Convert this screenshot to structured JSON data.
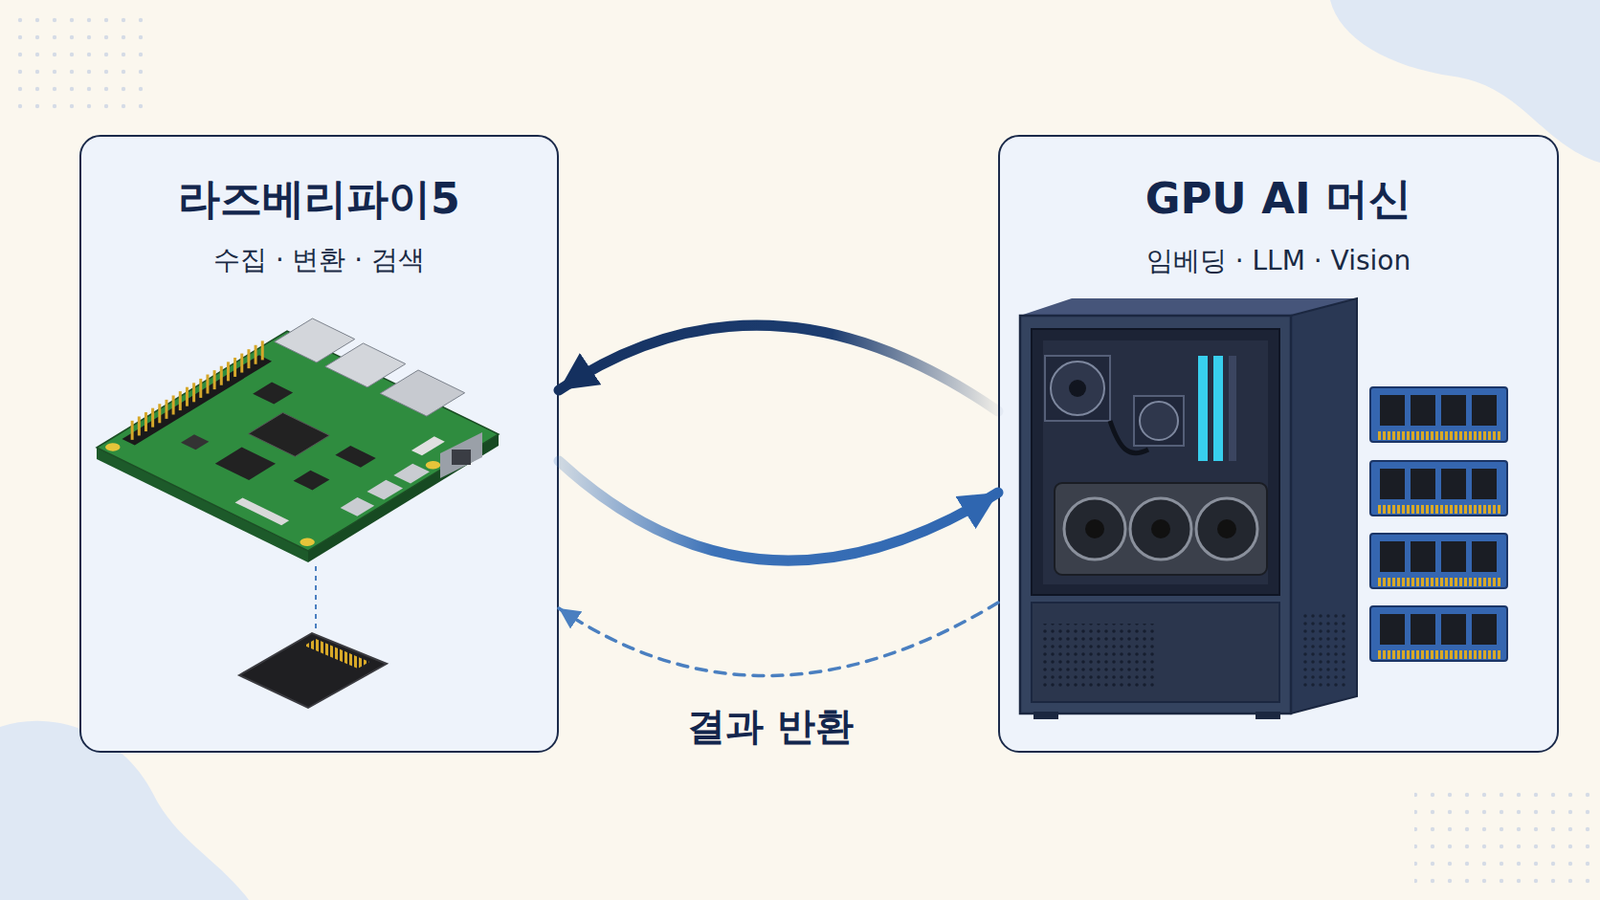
{
  "diagram": {
    "nodes": [
      {
        "text": [
          "라즈베리파이5",
          "수집 · 변환 · 검색"
        ]
      },
      {
        "text": [
          "GPU AI 머신",
          "임베딩 · LLM · Vision"
        ]
      }
    ],
    "edges": [
      {
        "from": 1,
        "to": 0,
        "arrow": "to"
      },
      {
        "from": 0,
        "to": 1,
        "arrow": "to"
      },
      {
        "from": 1,
        "to": 0,
        "arrow": "to",
        "label": "결과 반환"
      }
    ]
  }
}
